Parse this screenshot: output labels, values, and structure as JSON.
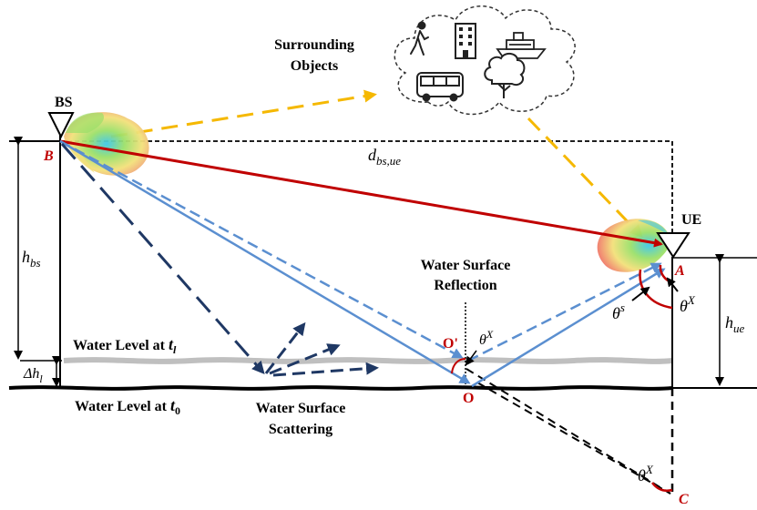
{
  "labels": {
    "bs": "BS",
    "ue": "UE",
    "surrounding_line1": "Surrounding",
    "surrounding_line2": "Objects",
    "point_b": "B",
    "point_a": "A",
    "point_o": "O",
    "point_o_prime": "O'",
    "point_c": "C",
    "d_bs_ue_main": "d",
    "d_bs_ue_sub": "bs,ue",
    "h_bs_main": "h",
    "h_bs_sub": "bs",
    "h_ue_main": "h",
    "h_ue_sub": "ue",
    "delta_h_main": "Δh",
    "delta_h_sub": "l",
    "reflection_line1": "Water Surface",
    "reflection_line2": "Reflection",
    "scattering_line1": "Water Surface",
    "scattering_line2": "Scattering",
    "water_level_tl_text": "Water Level at ",
    "water_level_tl_var": "t",
    "water_level_tl_sub": "l",
    "water_level_t0_text": "Water Level at ",
    "water_level_t0_var": "t",
    "water_level_t0_sub": "0",
    "theta_main": "θ",
    "theta_x_sup": "X",
    "theta_s_sup": "s"
  },
  "colors": {
    "los_ray": "#c00000",
    "reflected_ray": "#5b8fd0",
    "scatter_ray": "#1f3864",
    "object_ray": "#f5b800",
    "point_labels": "#c00000",
    "water_level_tl": "#bfbfbf",
    "water_level_t0": "#000000"
  },
  "icons": [
    "pedestrian-icon",
    "building-icon",
    "ship-icon",
    "bus-icon",
    "tree-icon"
  ]
}
